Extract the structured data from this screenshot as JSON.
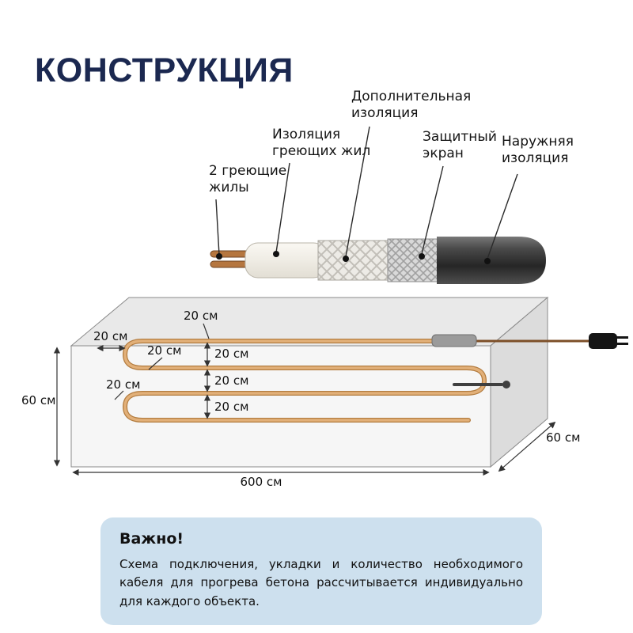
{
  "page": {
    "title": "КОНСТРУКЦИЯ"
  },
  "cable_labels": {
    "cores": "2 греющие жилы",
    "core_insulation": "Изоляция греющих жил",
    "extra_insulation": "Дополнительная изоляция",
    "screen": "Защитный экран",
    "outer_insulation": "Наружняя изоляция"
  },
  "dimensions": {
    "spacing": "20 см",
    "height": "60 см",
    "length": "600 см",
    "depth": "60 см"
  },
  "note": {
    "title": "Важно!",
    "text": "Схема подключения, укладки и количество необходимого кабеля для прогрева бетона рассчитывается индивидуально для каждого объекта."
  },
  "colors": {
    "title_navy": "#1b2850",
    "note_background": "#cde0ee",
    "cable_orange": "#d9a368",
    "copper": "#b5763f",
    "jacket_dark": "#262626"
  }
}
